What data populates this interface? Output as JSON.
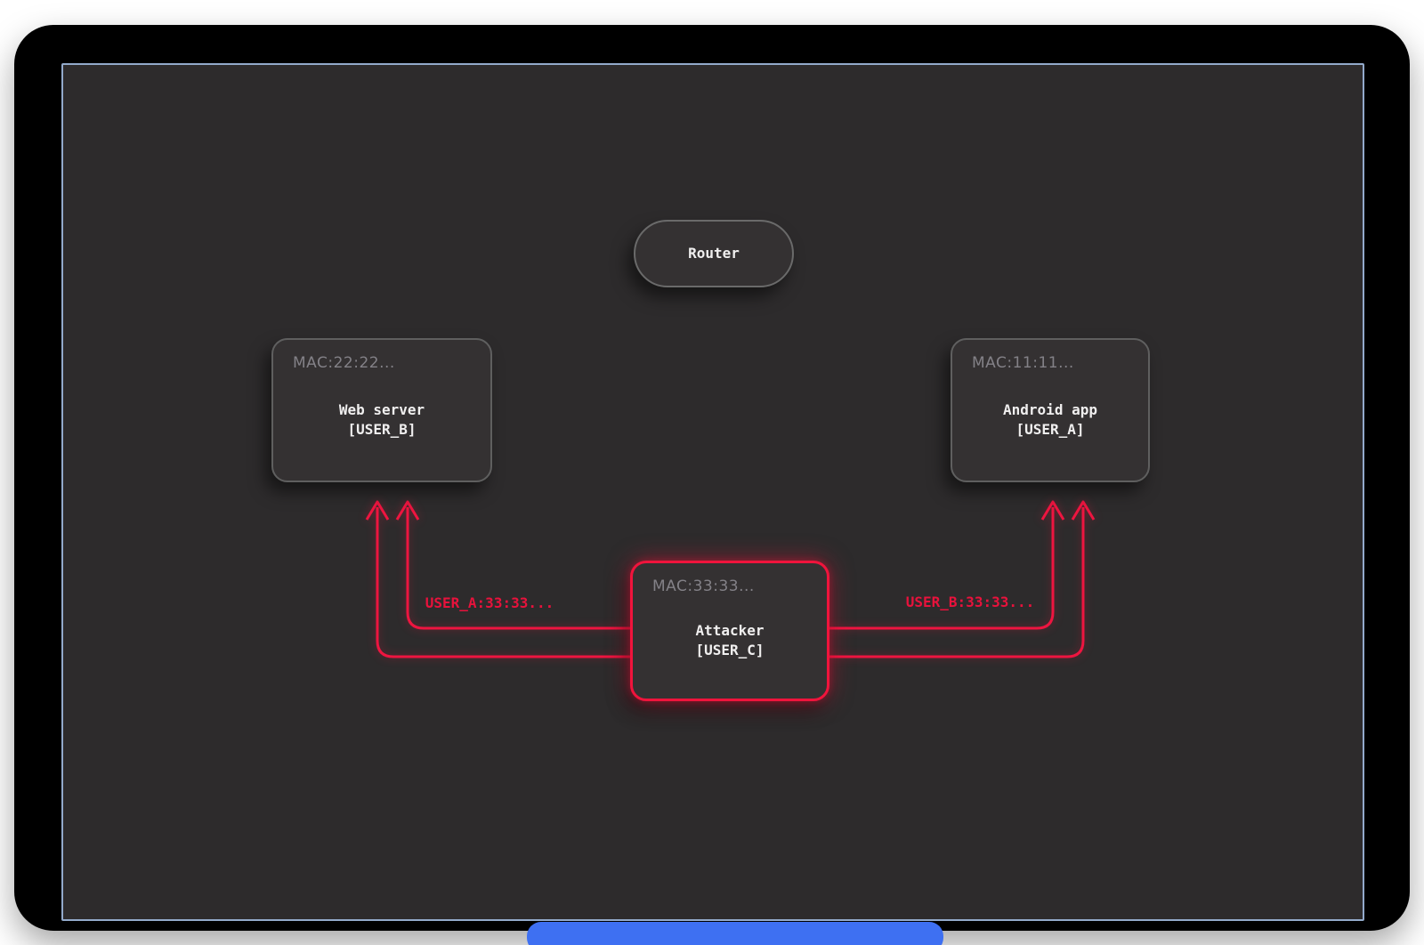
{
  "diagram": {
    "description_labels": {
      "router": {
        "label": "Router"
      },
      "web_server": {
        "mac": "MAC:22:22...",
        "title": "Web server",
        "subtitle": "[USER_B]"
      },
      "android_app": {
        "mac": "MAC:11:11...",
        "title": "Android app",
        "subtitle": "[USER_A]"
      },
      "attacker": {
        "mac": "MAC:33:33...",
        "title": "Attacker",
        "subtitle": "[USER_C]"
      }
    },
    "edges": {
      "left_label": "USER_A:33:33...",
      "right_label": "USER_B:33:33...",
      "left_arrows_target": "Web server",
      "right_arrows_target": "Android app",
      "source": "Attacker"
    },
    "colors": {
      "attack_red": "#ee1540",
      "attacker_border": "#f0143c",
      "panel_background": "#2d2b2c",
      "panel_border_blue": "#93aacb",
      "node_background": "#343132",
      "node_border_gray": "#5f5f5f",
      "mac_text_gray": "#838187",
      "node_text_white": "#f0efef",
      "window_black": "#000000",
      "bottom_bar_blue": "#3e70f2"
    }
  }
}
